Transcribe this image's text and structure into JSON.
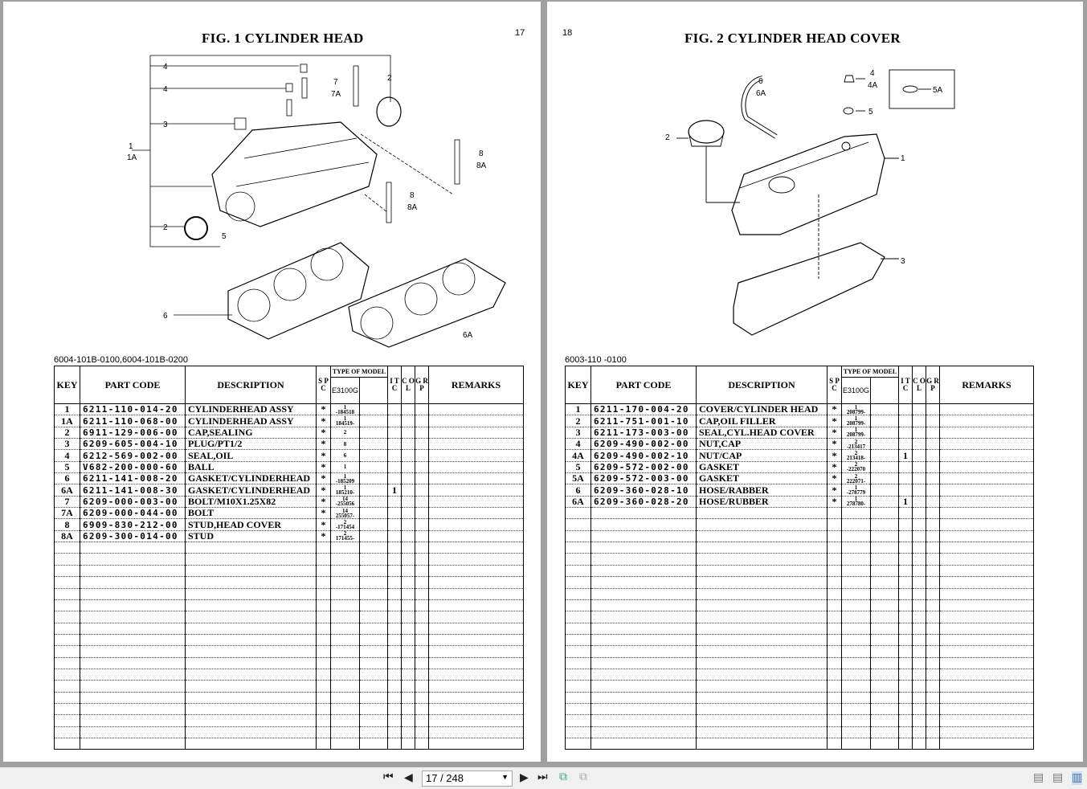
{
  "pages": [
    {
      "title": "FIG.  1  CYLINDER HEAD",
      "page_number": "17",
      "model_codes": "6004-101B-0100,6004-101B-0200",
      "callouts": [
        "4",
        "4",
        "3",
        "1",
        "1A",
        "2",
        "5",
        "6",
        "6A",
        "7",
        "7A",
        "2",
        "8",
        "8A",
        "8",
        "8A"
      ],
      "rows": [
        {
          "key": "1",
          "part": "6211-110-014-20",
          "desc": "CYLINDERHEAD    ASSY",
          "spc": "*",
          "qty": "1",
          "serial": "-184518",
          "itc": ""
        },
        {
          "key": "1A",
          "part": "6211-110-068-00",
          "desc": "CYLINDERHEAD    ASSY",
          "spc": "*",
          "qty": "1",
          "serial": "184519-",
          "itc": ""
        },
        {
          "key": "2",
          "part": "6911-129-006-00",
          "desc": "CAP,SEALING",
          "spc": "*",
          "qty": "2",
          "serial": "",
          "itc": ""
        },
        {
          "key": "3",
          "part": "6209-605-004-10",
          "desc": "PLUG/PT1/2",
          "spc": "*",
          "qty": "8",
          "serial": "",
          "itc": ""
        },
        {
          "key": "4",
          "part": "6212-569-002-00",
          "desc": "SEAL,OIL",
          "spc": "*",
          "qty": "6",
          "serial": "",
          "itc": ""
        },
        {
          "key": "5",
          "part": "V682-200-000-60",
          "desc": "BALL",
          "spc": "*",
          "qty": "1",
          "serial": "",
          "itc": ""
        },
        {
          "key": "6",
          "part": "6211-141-008-20",
          "desc": "GASKET/CYLINDERHEAD",
          "spc": "*",
          "qty": "1",
          "serial": "-185209",
          "itc": ""
        },
        {
          "key": "6A",
          "part": "6211-141-008-30",
          "desc": "GASKET/CYLINDERHEAD",
          "spc": "*",
          "qty": "1",
          "serial": "185210-",
          "itc": "1"
        },
        {
          "key": "7",
          "part": "6209-000-003-00",
          "desc": "BOLT/M10X1.25X82",
          "spc": "*",
          "qty": "14",
          "serial": "-255056",
          "itc": ""
        },
        {
          "key": "7A",
          "part": "6209-000-044-00",
          "desc": "BOLT",
          "spc": "*",
          "qty": "14",
          "serial": "255057-",
          "itc": ""
        },
        {
          "key": "8",
          "part": "6909-830-212-00",
          "desc": "STUD,HEAD COVER",
          "spc": "*",
          "qty": "2",
          "serial": "-171454",
          "itc": ""
        },
        {
          "key": "8A",
          "part": "6209-300-014-00",
          "desc": "STUD",
          "spc": "*",
          "qty": "2",
          "serial": "171455-",
          "itc": ""
        }
      ]
    },
    {
      "title": "FIG.  2  CYLINDER HEAD COVER",
      "page_number": "18",
      "model_codes": "6003-110 -0100",
      "callouts": [
        "6",
        "6A",
        "4",
        "4A",
        "5",
        "5A",
        "2",
        "1",
        "3"
      ],
      "rows": [
        {
          "key": "1",
          "part": "6211-170-004-20",
          "desc": "COVER/CYLINDER HEAD",
          "spc": "*",
          "qty": "1",
          "serial": "208799-",
          "itc": ""
        },
        {
          "key": "2",
          "part": "6211-751-001-10",
          "desc": "CAP,OIL FILLER",
          "spc": "*",
          "qty": "1",
          "serial": "208799-",
          "itc": ""
        },
        {
          "key": "3",
          "part": "6211-173-003-00",
          "desc": "SEAL,CYL.HEAD COVER",
          "spc": "*",
          "qty": "1",
          "serial": "208799-",
          "itc": ""
        },
        {
          "key": "4",
          "part": "6209-490-002-00",
          "desc": "NUT,CAP",
          "spc": "*",
          "qty": "2",
          "serial": "-213417",
          "itc": ""
        },
        {
          "key": "4A",
          "part": "6209-490-002-10",
          "desc": "NUT/CAP",
          "spc": "*",
          "qty": "2",
          "serial": "213418-",
          "itc": "1"
        },
        {
          "key": "5",
          "part": "6209-572-002-00",
          "desc": "GASKET",
          "spc": "*",
          "qty": "2",
          "serial": "-222070",
          "itc": ""
        },
        {
          "key": "5A",
          "part": "6209-572-003-00",
          "desc": "GASKET",
          "spc": "*",
          "qty": "2",
          "serial": "222071-",
          "itc": ""
        },
        {
          "key": "6",
          "part": "6209-360-028-10",
          "desc": "HOSE/RABBER",
          "spc": "*",
          "qty": "1",
          "serial": "-278779",
          "itc": ""
        },
        {
          "key": "6A",
          "part": "6209-360-028-20",
          "desc": "HOSE/RUBBER",
          "spc": "*",
          "qty": "1",
          "serial": "278780-",
          "itc": "1"
        }
      ]
    }
  ],
  "headers": {
    "key": "KEY",
    "part": "PART CODE",
    "desc": "DESCRIPTION",
    "spc": "S P C",
    "tom": "TYPE OF MODEL",
    "model": "E3100G",
    "itc": "I T C",
    "col": "C O L",
    "grp": "G R P",
    "remarks": "REMARKS"
  },
  "toolbar": {
    "page_indicator": "17 / 248"
  }
}
